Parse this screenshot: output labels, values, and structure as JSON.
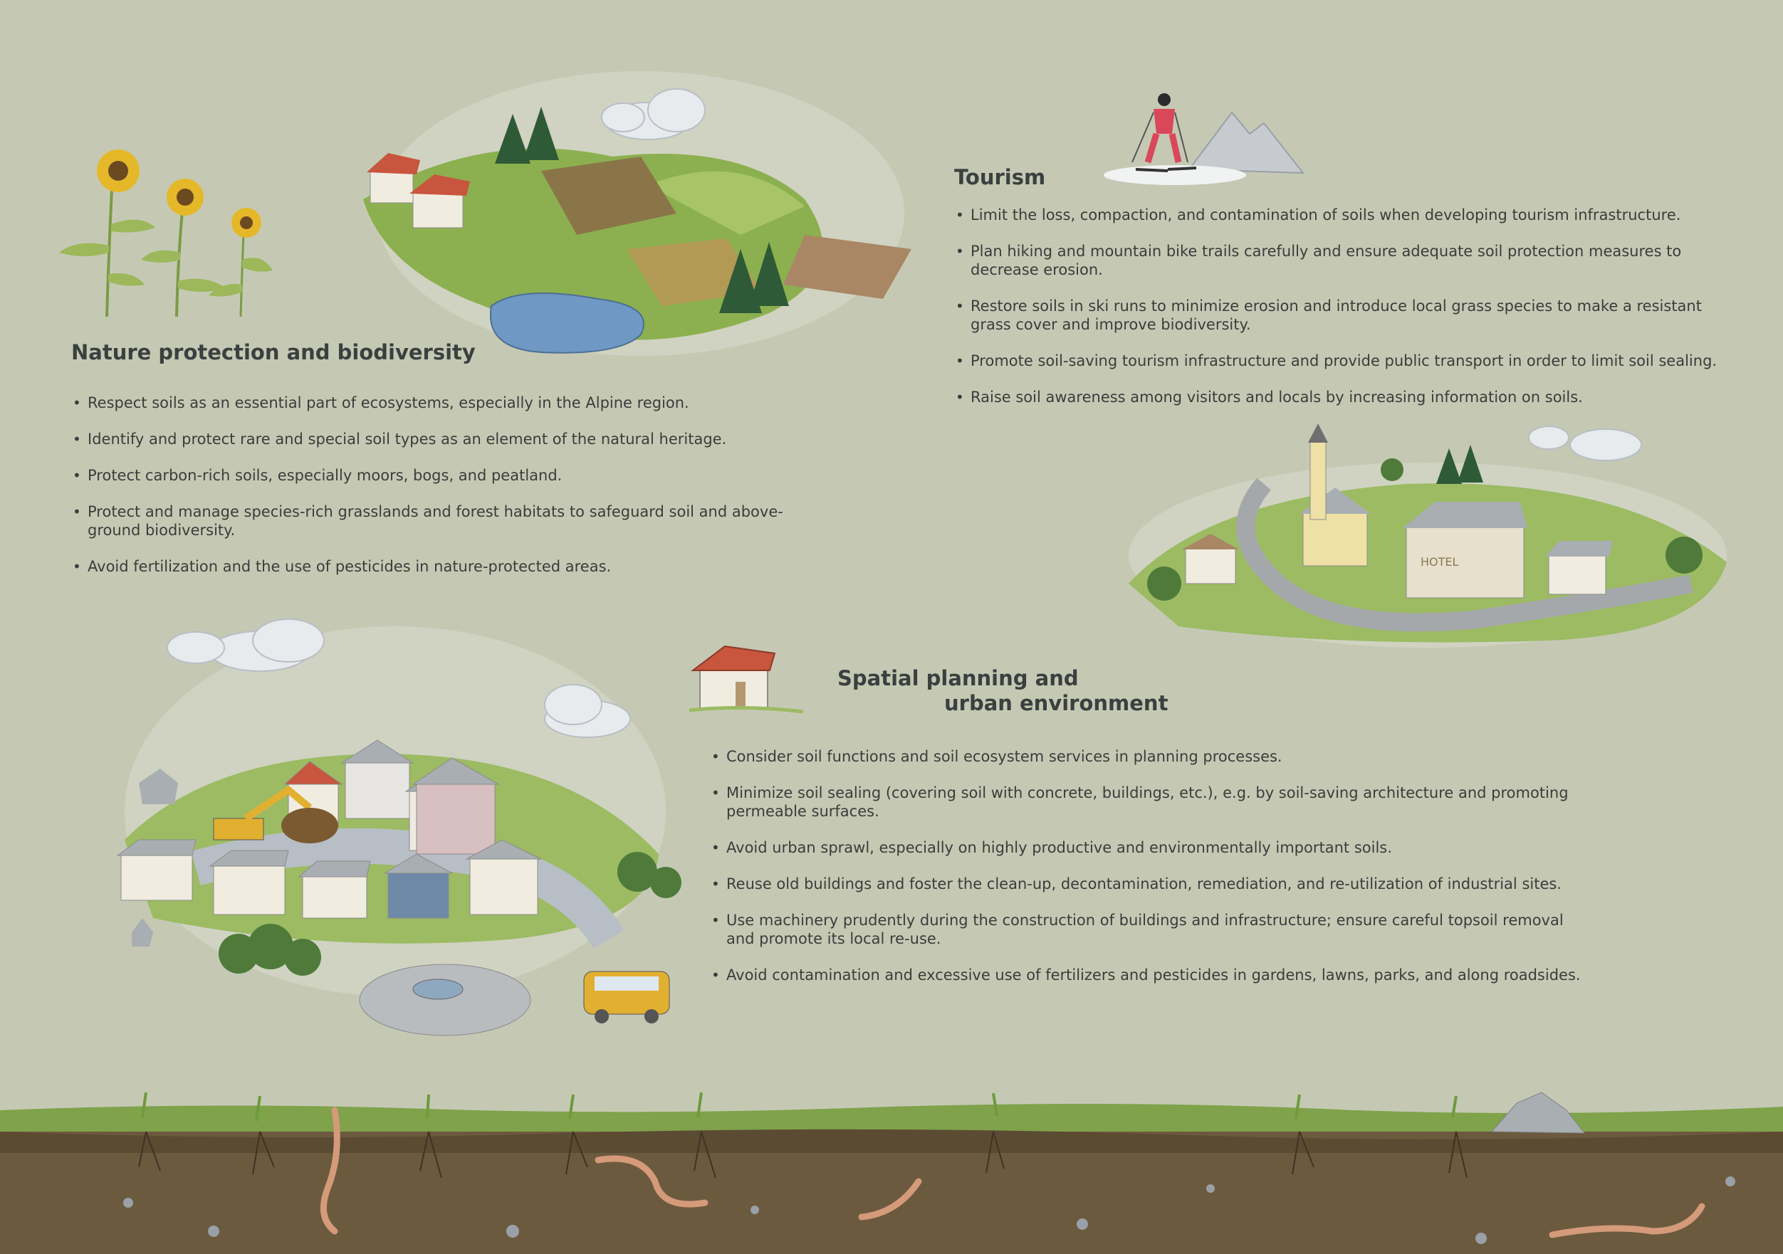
{
  "nature": {
    "title": "Nature protection and biodiversity",
    "items": [
      "Respect soils as an essential part of ecosystems, especially in the Alpine region.",
      "Identify and protect rare and special soil types as an element of the natural heritage.",
      "Protect carbon-rich soils, especially moors, bogs, and peatland.",
      "Protect and manage species-rich grasslands and forest habitats to safeguard soil and above-ground biodiversity.",
      "Avoid fertilization and the use of pesticides in nature-protected areas."
    ]
  },
  "tourism": {
    "title": "Tourism",
    "items": [
      "Limit the loss, compaction, and contamination of soils when developing tourism infrastructure.",
      "Plan hiking and mountain bike trails carefully and ensure adequate soil protection measures to decrease erosion.",
      "Restore soils in ski runs to minimize erosion and introduce local grass species to make a resistant grass cover and improve biodiversity.",
      "Promote soil-saving tourism infrastructure and provide public transport in order to limit soil sealing.",
      "Raise soil awareness among visitors and locals by increasing information on soils."
    ]
  },
  "spatial": {
    "title_line1": "Spatial planning and",
    "title_line2": "urban environment",
    "items": [
      "Consider soil functions and soil ecosystem services in planning processes.",
      "Minimize soil sealing (covering soil with concrete, buildings, etc.), e.g. by soil-saving architecture and promoting permeable surfaces.",
      "Avoid urban sprawl, especially on highly productive and environmentally important soils.",
      "Reuse old buildings and foster the clean-up, decontamination, remediation, and re-utilization of industrial sites.",
      "Use machinery prudently during the construction of buildings and infrastructure; ensure careful topsoil removal and promote its local re-use.",
      "Avoid contamination and excessive use of fertilizers and pesticides in gardens, lawns, parks, and along roadsides."
    ]
  },
  "hotel_sign": "HOTEL",
  "colors": {
    "background": "#c5c9b4",
    "soil": "#6b5a3e",
    "grass": "#7fa24a",
    "roof": "#c8553d",
    "water": "#6f98c4",
    "heading": "#3b403f"
  }
}
